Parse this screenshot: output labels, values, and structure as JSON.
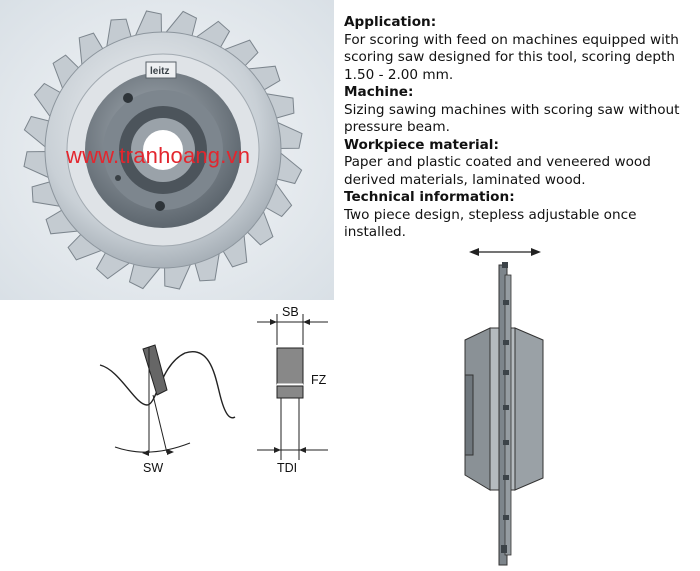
{
  "watermark": "www.tranhoang.vn",
  "logo_text": "leitz",
  "sections": [
    {
      "heading": "Application:",
      "body": "For scoring with feed on machines equipped with scoring saw designed for this tool, scoring depth 1.50 - 2.00 mm."
    },
    {
      "heading": "Machine:",
      "body": "Sizing sawing machines with scoring saw without pressure beam."
    },
    {
      "heading": "Workpiece material:",
      "body": "Paper and plastic coated and veneered wood derived materials, laminated wood."
    },
    {
      "heading": "Technical information:",
      "body": "Two piece design, stepless adjustable once installed."
    }
  ],
  "diagram_labels": {
    "sw": "SW",
    "sb": "SB",
    "fz": "FZ",
    "tdi": "TDI"
  }
}
